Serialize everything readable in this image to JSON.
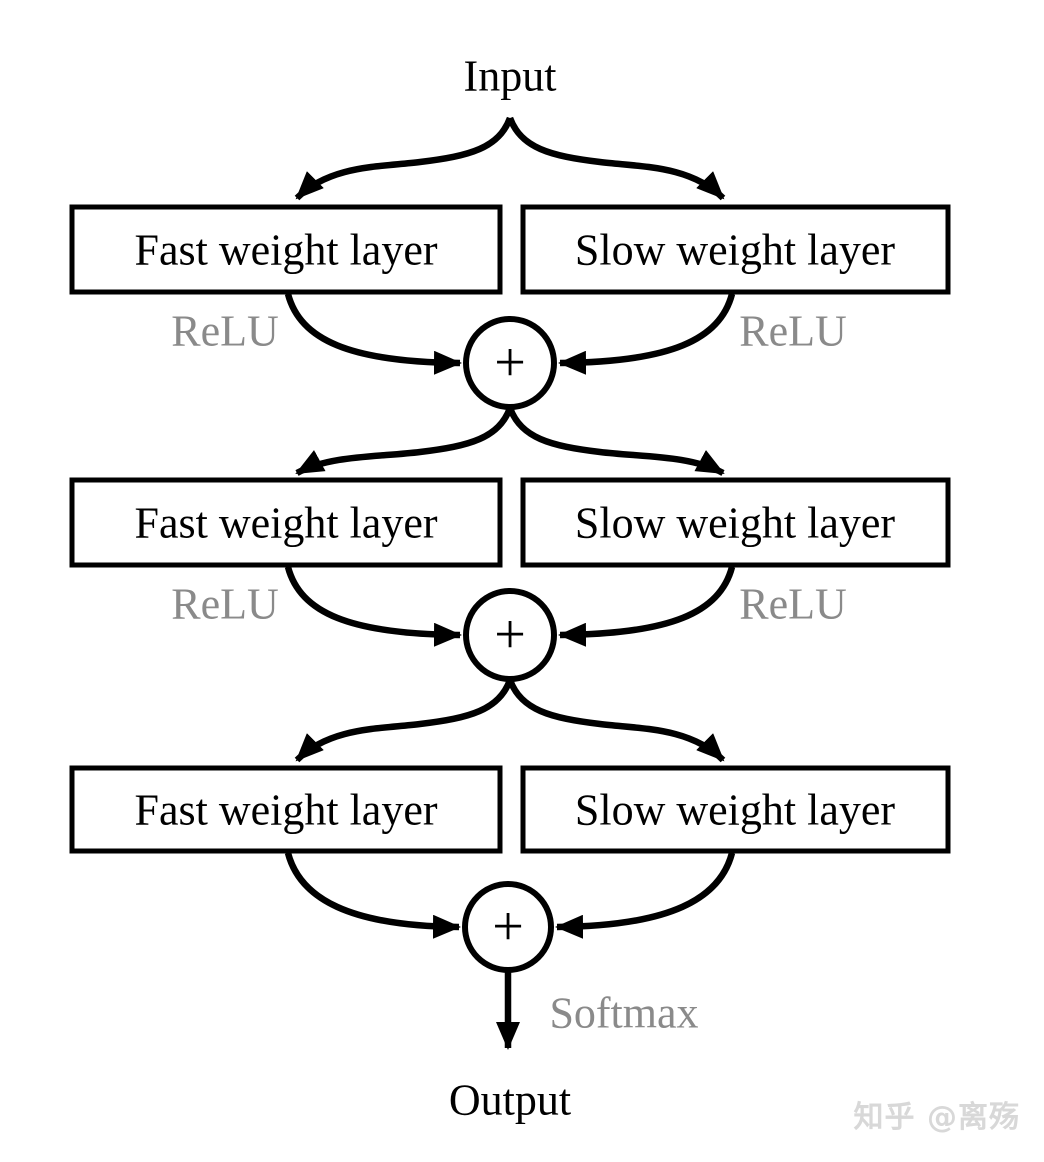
{
  "diagram": {
    "input_label": "Input",
    "output_label": "Output",
    "softmax_label": "Softmax",
    "plus_icon": "+",
    "rows": [
      {
        "fast_label": "Fast weight layer",
        "slow_label": "Slow weight layer",
        "relu_left": "ReLU",
        "relu_right": "ReLU"
      },
      {
        "fast_label": "Fast weight layer",
        "slow_label": "Slow weight layer",
        "relu_left": "ReLU",
        "relu_right": "ReLU"
      },
      {
        "fast_label": "Fast weight layer",
        "slow_label": "Slow weight layer"
      }
    ],
    "colors": {
      "line": "#000000",
      "box_fill": "#ffffff",
      "muted_label": "#8a8a8a"
    }
  },
  "watermark": {
    "text": "知乎 @离殇",
    "color": "#d8d8d8"
  }
}
